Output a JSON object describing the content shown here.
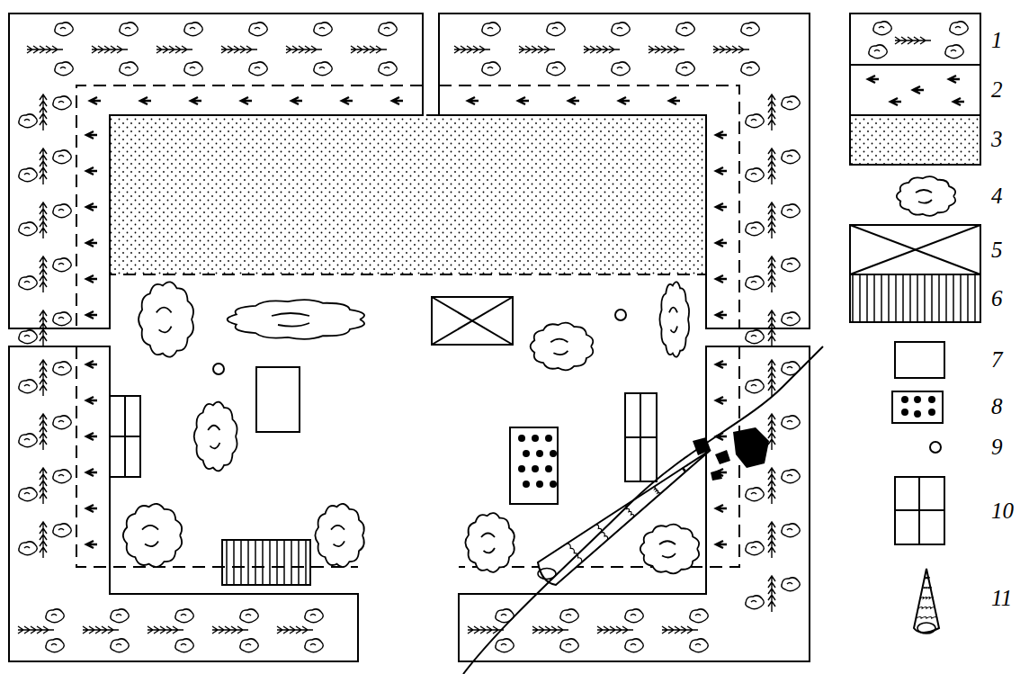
{
  "diagram": {
    "legend": [
      {
        "text": "1"
      },
      {
        "text": "2"
      },
      {
        "text": "3"
      },
      {
        "text": "4"
      },
      {
        "text": "5"
      },
      {
        "text": "6"
      },
      {
        "text": "7"
      },
      {
        "text": "8"
      },
      {
        "text": "9"
      },
      {
        "text": "10"
      },
      {
        "text": "11"
      }
    ]
  }
}
